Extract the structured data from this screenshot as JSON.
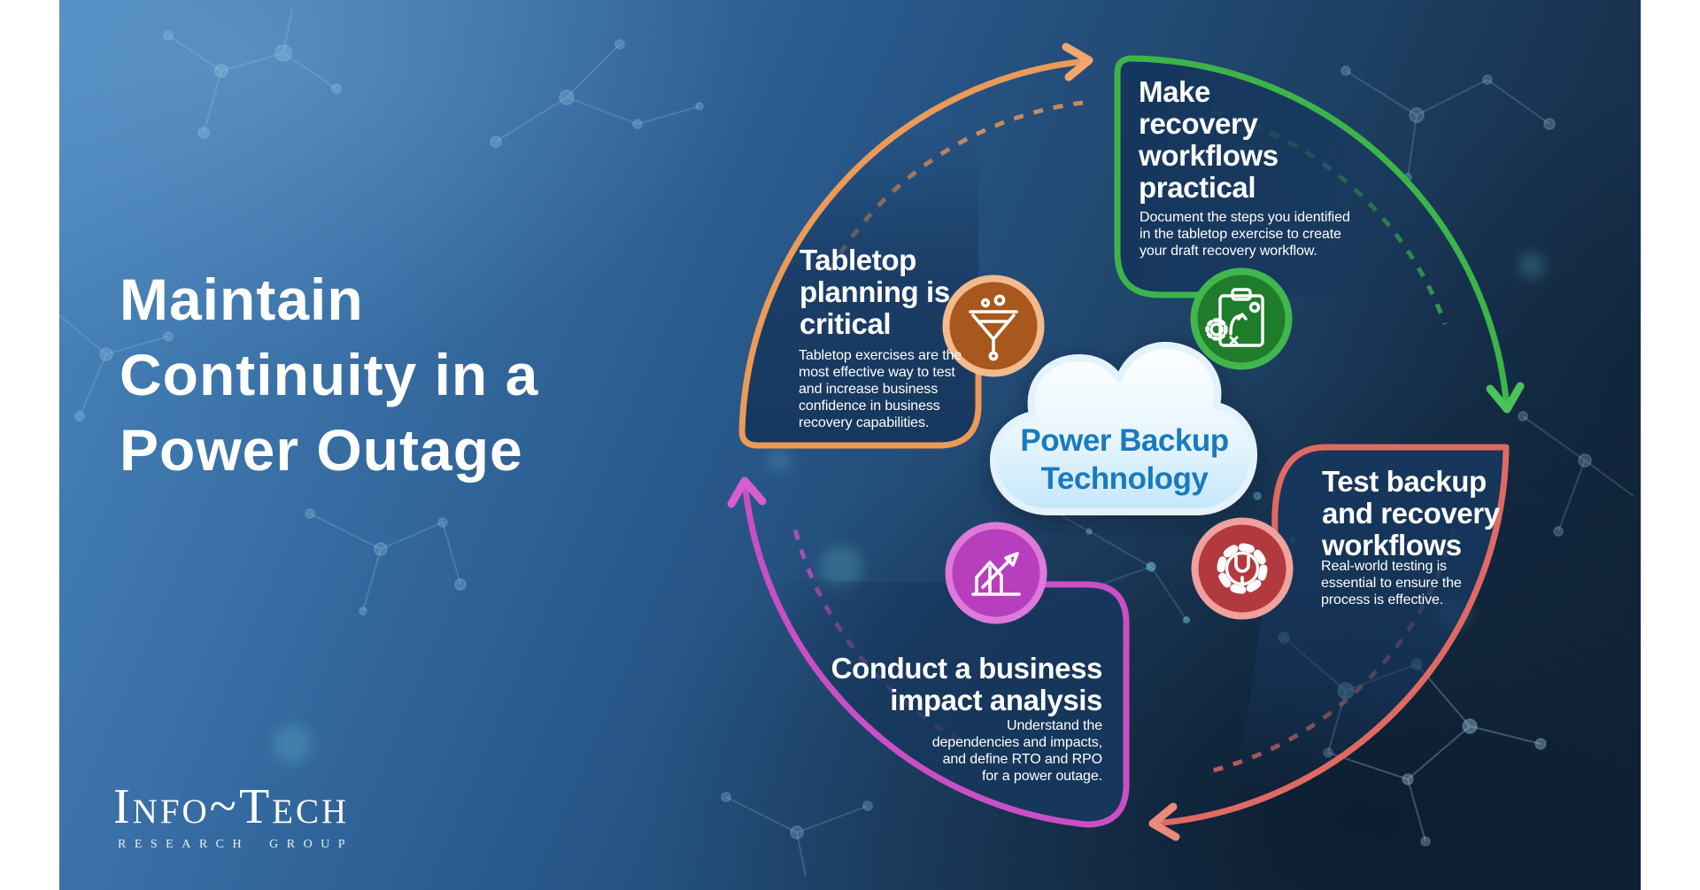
{
  "title": {
    "lines": [
      "Maintain",
      "Continuity in a",
      "Power Outage"
    ]
  },
  "center": {
    "label": "Power Backup Technology",
    "lines": [
      "Power Backup",
      "Technology"
    ]
  },
  "steps": [
    {
      "id": "tabletop-planning",
      "heading": "Tabletop planning is critical",
      "body": "Tabletop exercises are the most effective way to test and increase business confidence in business recovery capabilities.",
      "color": "#ec9a58",
      "arrow_color": "#f2a76e",
      "circle_fill": "#a8581d",
      "circle_ring": "#f4b98c",
      "icon": "funnel-icon"
    },
    {
      "id": "recovery-workflows",
      "heading": "Make recovery workflows practical",
      "body": "Document the steps you identified in the tabletop exercise to create your draft recovery workflow.",
      "color": "#3cb44a",
      "arrow_color": "#4cc25a",
      "circle_fill": "#1e7c2a",
      "circle_ring": "#41b64d",
      "icon": "strategy-clipboard-icon"
    },
    {
      "id": "test-workflows",
      "heading": "Test backup and recovery workflows",
      "body": "Real-world testing is essential to ensure the process is effective.",
      "color": "#e06a63",
      "arrow_color": "#ea8a7d",
      "circle_fill": "#b23a3f",
      "circle_ring": "#f0a19d",
      "icon": "gear-wrench-icon"
    },
    {
      "id": "impact-analysis",
      "heading": "Conduct a business impact analysis",
      "body": "Understand the dependencies and impacts, and define RTO and RPO for a power outage.",
      "color": "#c94fc4",
      "arrow_color": "#d65ed1",
      "circle_fill": "#b73ebd",
      "circle_ring": "#de79d9",
      "icon": "growth-chart-icon"
    }
  ],
  "logo": {
    "name": "Info~Tech",
    "subtitle": "RESEARCH GROUP"
  },
  "colors": {
    "background_top_left": "#4e8ac0",
    "background_bottom_right": "#122639",
    "panel_fill": "#16365c",
    "cloud_text": "#1a7abf",
    "title_text": "#ffffff",
    "network_pattern": "#a9d5ee"
  }
}
